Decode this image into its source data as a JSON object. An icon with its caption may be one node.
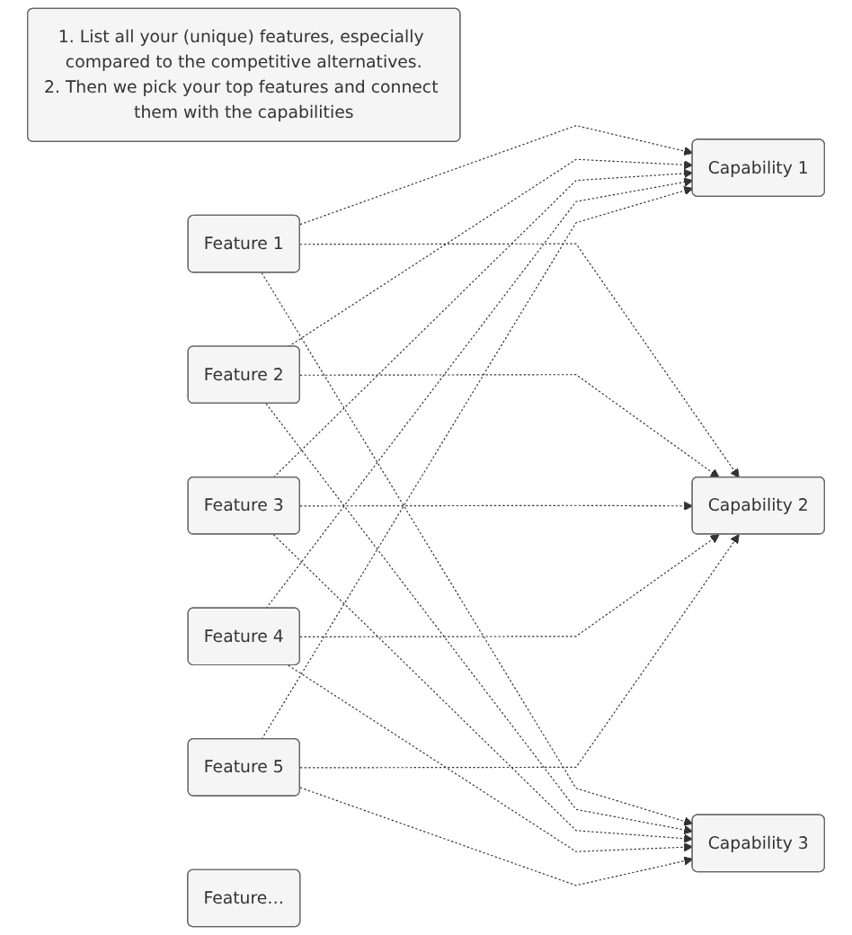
{
  "diagram": {
    "nodes": [
      {
        "text": [
          "1. List all your (unique) features, especially compared to the competitive alternatives.",
          "2. Then we pick your top features and connect them with the capabilities"
        ]
      },
      {
        "text": [
          "Feature 1"
        ]
      },
      {
        "text": [
          "Feature 2"
        ]
      },
      {
        "text": [
          "Feature 3"
        ]
      },
      {
        "text": [
          "Feature 4"
        ]
      },
      {
        "text": [
          "Feature 5"
        ]
      },
      {
        "text": [
          "Feature…"
        ]
      },
      {
        "text": [
          "Capability 1"
        ]
      },
      {
        "text": [
          "Capability 2"
        ]
      },
      {
        "text": [
          "Capability 3"
        ]
      }
    ],
    "edges": [
      {
        "from": 1,
        "to": 7,
        "arrow": "to",
        "style": "dashed"
      },
      {
        "from": 1,
        "to": 8,
        "arrow": "to",
        "style": "dashed"
      },
      {
        "from": 1,
        "to": 9,
        "arrow": "to",
        "style": "dashed"
      },
      {
        "from": 2,
        "to": 7,
        "arrow": "to",
        "style": "dashed"
      },
      {
        "from": 2,
        "to": 8,
        "arrow": "to",
        "style": "dashed"
      },
      {
        "from": 2,
        "to": 9,
        "arrow": "to",
        "style": "dashed"
      },
      {
        "from": 3,
        "to": 7,
        "arrow": "to",
        "style": "dashed"
      },
      {
        "from": 3,
        "to": 8,
        "arrow": "to",
        "style": "dashed"
      },
      {
        "from": 3,
        "to": 9,
        "arrow": "to",
        "style": "dashed"
      },
      {
        "from": 4,
        "to": 7,
        "arrow": "to",
        "style": "dashed"
      },
      {
        "from": 4,
        "to": 8,
        "arrow": "to",
        "style": "dashed"
      },
      {
        "from": 4,
        "to": 9,
        "arrow": "to",
        "style": "dashed"
      },
      {
        "from": 5,
        "to": 7,
        "arrow": "to",
        "style": "dashed"
      },
      {
        "from": 5,
        "to": 8,
        "arrow": "to",
        "style": "dashed"
      },
      {
        "from": 5,
        "to": 9,
        "arrow": "to",
        "style": "dashed"
      }
    ]
  }
}
